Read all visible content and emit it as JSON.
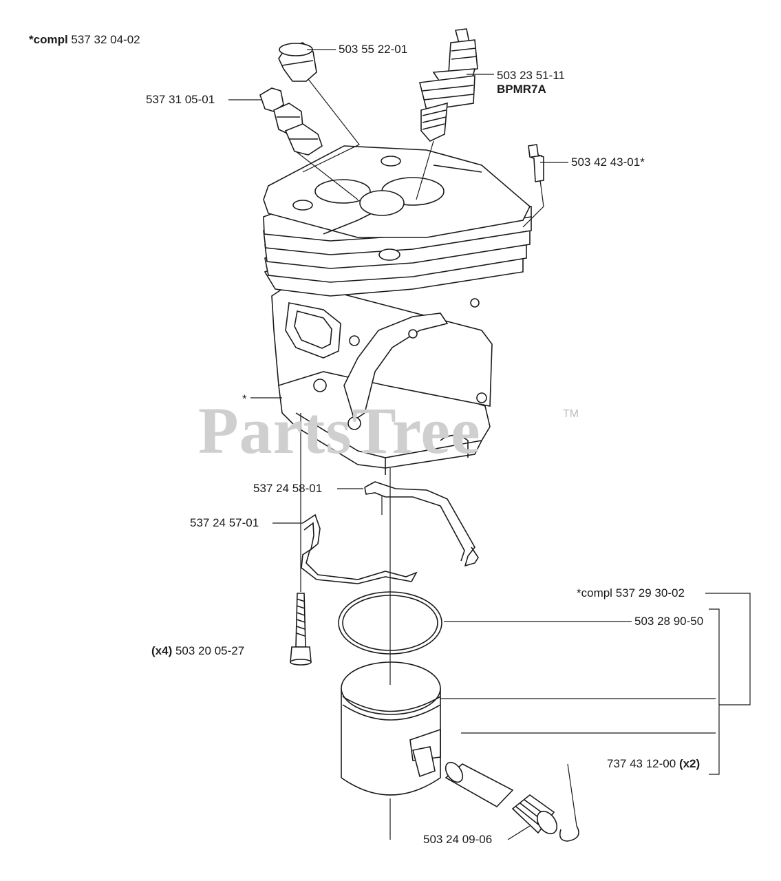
{
  "header": {
    "compl_prefix": "*compl",
    "compl_number": "537 32 04-02"
  },
  "watermark": {
    "text": "PartsTree",
    "tm": "TM"
  },
  "callouts": {
    "plug_cap": "503 55 22-01",
    "spark_plug": "503 23 51-11",
    "spark_plug_type": "BPMR7A",
    "decomp_valve": "537 31 05-01",
    "pin_marker": "503 42 43-01*",
    "cylinder_star": "*",
    "gasket_upper": "537 24 58-01",
    "gasket_lower": "537 24 57-01",
    "piston_kit_prefix": "*compl",
    "piston_kit_number": "537 29 30-02",
    "piston_ring": "503 28 90-50",
    "screw_qty": "(x4)",
    "screw": "503 20 05-27",
    "circlip": "737 43 12-00",
    "circlip_qty": "(x2)",
    "needle_bearing": "503 24 09-06"
  }
}
